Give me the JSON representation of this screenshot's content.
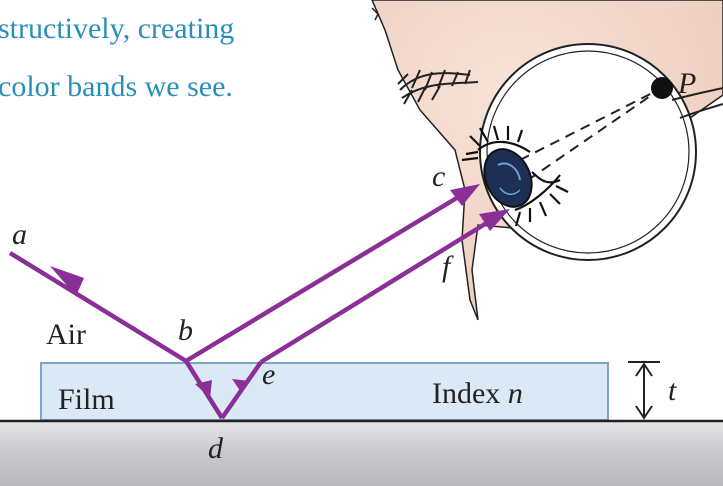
{
  "caption": {
    "line1": "structively, creating",
    "line2": "color bands we see."
  },
  "labels": {
    "a": "a",
    "b": "b",
    "c": "c",
    "d": "d",
    "e": "e",
    "f": "f",
    "P": "P",
    "t": "t",
    "air": "Air",
    "film": "Film",
    "index_word": "Index ",
    "index_symbol": "n"
  },
  "colors": {
    "caption_text": "#2a8fb8",
    "ray": "#8a2f97",
    "film_fill": "#dbe9f6",
    "film_stroke": "#7fa3c6",
    "substrate": "#c9c9cd",
    "skin": "#f2d7c9",
    "outline": "#222222"
  }
}
